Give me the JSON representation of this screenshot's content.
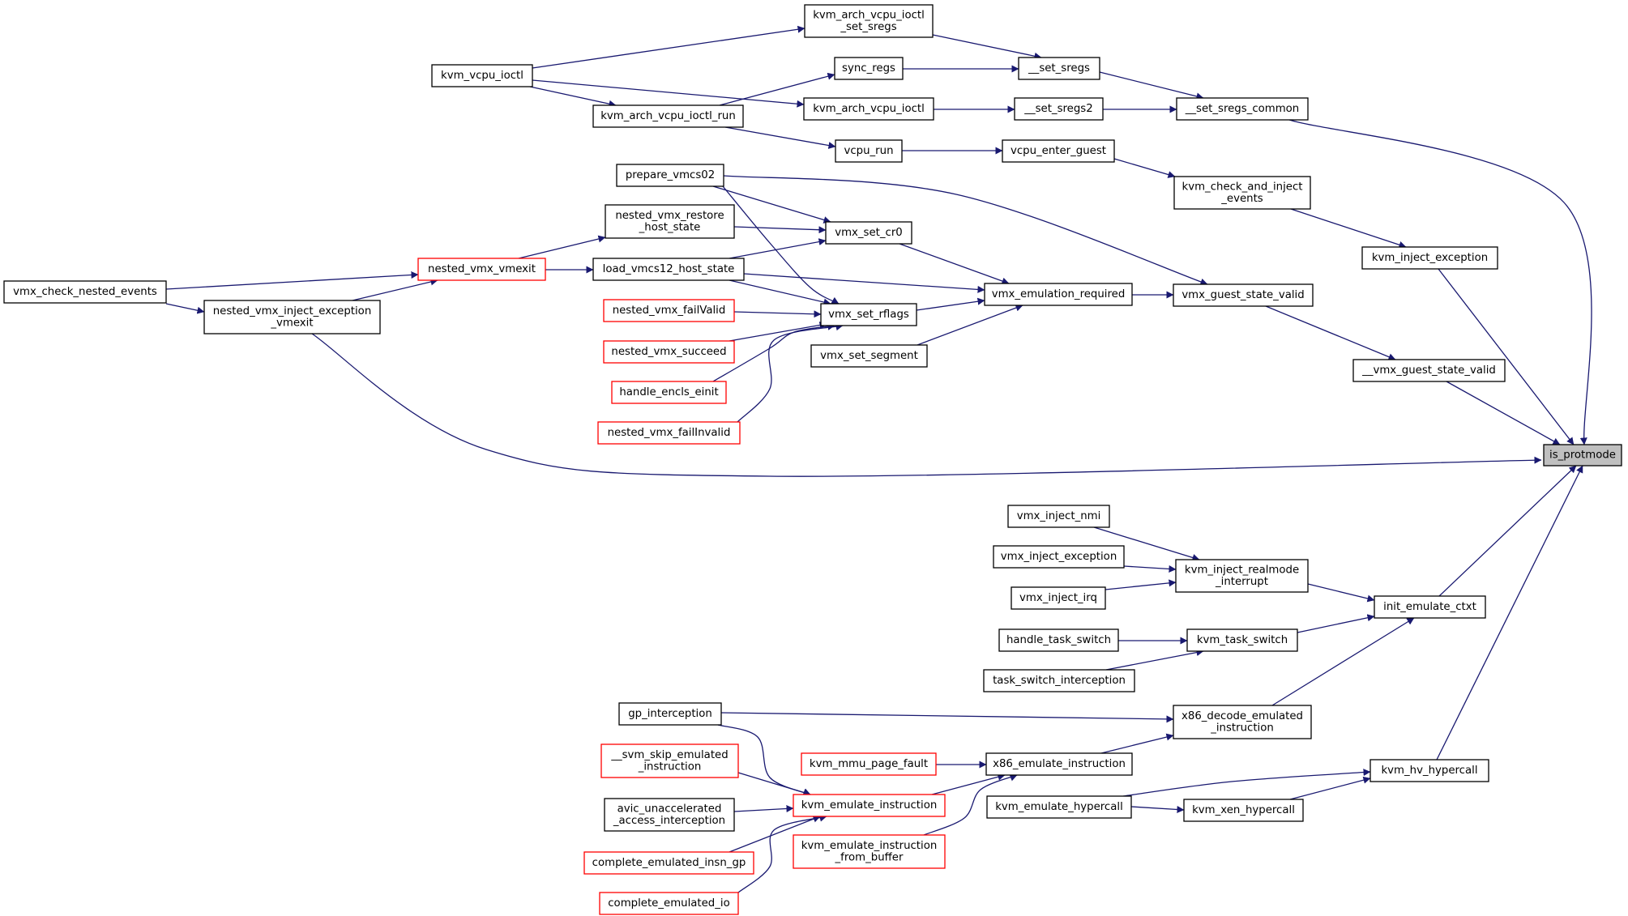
{
  "graph": {
    "type": "call-graph",
    "direction": "right-to-left",
    "edge_color": "#191970",
    "highlight_color": "#bfbfbf",
    "link_color_red": "#ff0000",
    "nodes": [
      {
        "id": "is_protmode",
        "lines": [
          "is_protmode"
        ],
        "style": "target"
      },
      {
        "id": "set_sregs_common",
        "lines": [
          "__set_sregs_common"
        ],
        "style": "black"
      },
      {
        "id": "kvm_inject_exception",
        "lines": [
          "kvm_inject_exception"
        ],
        "style": "black"
      },
      {
        "id": "vmx_guest_state_valid2",
        "lines": [
          "__vmx_guest_state_valid"
        ],
        "style": "black"
      },
      {
        "id": "init_emulate_ctxt",
        "lines": [
          "init_emulate_ctxt"
        ],
        "style": "black"
      },
      {
        "id": "kvm_hv_hypercall",
        "lines": [
          "kvm_hv_hypercall"
        ],
        "style": "black"
      },
      {
        "id": "set_sregs",
        "lines": [
          "__set_sregs"
        ],
        "style": "black"
      },
      {
        "id": "set_sregs2",
        "lines": [
          "__set_sregs2"
        ],
        "style": "black"
      },
      {
        "id": "kvm_check_and_inject_events",
        "lines": [
          "kvm_check_and_inject",
          "_events"
        ],
        "style": "black"
      },
      {
        "id": "vmx_guest_state_valid",
        "lines": [
          "vmx_guest_state_valid"
        ],
        "style": "black"
      },
      {
        "id": "kvm_inject_realmode_interrupt",
        "lines": [
          "kvm_inject_realmode",
          "_interrupt"
        ],
        "style": "black"
      },
      {
        "id": "kvm_task_switch",
        "lines": [
          "kvm_task_switch"
        ],
        "style": "black"
      },
      {
        "id": "x86_decode_emulated_instruction",
        "lines": [
          "x86_decode_emulated",
          "_instruction"
        ],
        "style": "black"
      },
      {
        "id": "kvm_xen_hypercall",
        "lines": [
          "kvm_xen_hypercall"
        ],
        "style": "black"
      },
      {
        "id": "kvm_arch_vcpu_ioctl_set_sregs",
        "lines": [
          "kvm_arch_vcpu_ioctl",
          "_set_sregs"
        ],
        "style": "black"
      },
      {
        "id": "sync_regs",
        "lines": [
          "sync_regs"
        ],
        "style": "black"
      },
      {
        "id": "kvm_arch_vcpu_ioctl",
        "lines": [
          "kvm_arch_vcpu_ioctl"
        ],
        "style": "black"
      },
      {
        "id": "vcpu_enter_guest",
        "lines": [
          "vcpu_enter_guest"
        ],
        "style": "black"
      },
      {
        "id": "vcpu_run",
        "lines": [
          "vcpu_run"
        ],
        "style": "black"
      },
      {
        "id": "vmx_emulation_required",
        "lines": [
          "vmx_emulation_required"
        ],
        "style": "black"
      },
      {
        "id": "vmx_inject_nmi",
        "lines": [
          "vmx_inject_nmi"
        ],
        "style": "black"
      },
      {
        "id": "vmx_inject_exception",
        "lines": [
          "vmx_inject_exception"
        ],
        "style": "black"
      },
      {
        "id": "vmx_inject_irq",
        "lines": [
          "vmx_inject_irq"
        ],
        "style": "black"
      },
      {
        "id": "handle_task_switch",
        "lines": [
          "handle_task_switch"
        ],
        "style": "black"
      },
      {
        "id": "task_switch_interception",
        "lines": [
          "task_switch_interception"
        ],
        "style": "black"
      },
      {
        "id": "x86_emulate_instruction",
        "lines": [
          "x86_emulate_instruction"
        ],
        "style": "black"
      },
      {
        "id": "kvm_emulate_hypercall",
        "lines": [
          "kvm_emulate_hypercall"
        ],
        "style": "black"
      },
      {
        "id": "kvm_vcpu_ioctl",
        "lines": [
          "kvm_vcpu_ioctl"
        ],
        "style": "black"
      },
      {
        "id": "kvm_arch_vcpu_ioctl_run",
        "lines": [
          "kvm_arch_vcpu_ioctl_run"
        ],
        "style": "black"
      },
      {
        "id": "vmx_set_cr0",
        "lines": [
          "vmx_set_cr0"
        ],
        "style": "black"
      },
      {
        "id": "vmx_set_rflags",
        "lines": [
          "vmx_set_rflags"
        ],
        "style": "black"
      },
      {
        "id": "vmx_set_segment",
        "lines": [
          "vmx_set_segment"
        ],
        "style": "black"
      },
      {
        "id": "kvm_mmu_page_fault",
        "lines": [
          "kvm_mmu_page_fault"
        ],
        "style": "red"
      },
      {
        "id": "kvm_emulate_instruction",
        "lines": [
          "kvm_emulate_instruction"
        ],
        "style": "red"
      },
      {
        "id": "kvm_emulate_instruction_from_buffer",
        "lines": [
          "kvm_emulate_instruction",
          "_from_buffer"
        ],
        "style": "red"
      },
      {
        "id": "prepare_vmcs02",
        "lines": [
          "prepare_vmcs02"
        ],
        "style": "black"
      },
      {
        "id": "nested_vmx_restore_host_state",
        "lines": [
          "nested_vmx_restore",
          "_host_state"
        ],
        "style": "black"
      },
      {
        "id": "load_vmcs12_host_state",
        "lines": [
          "load_vmcs12_host_state"
        ],
        "style": "black"
      },
      {
        "id": "nested_vmx_failValid",
        "lines": [
          "nested_vmx_failValid"
        ],
        "style": "red"
      },
      {
        "id": "nested_vmx_succeed",
        "lines": [
          "nested_vmx_succeed"
        ],
        "style": "red"
      },
      {
        "id": "handle_encls_einit",
        "lines": [
          "handle_encls_einit"
        ],
        "style": "red"
      },
      {
        "id": "nested_vmx_failInvalid",
        "lines": [
          "nested_vmx_failInvalid"
        ],
        "style": "red"
      },
      {
        "id": "gp_interception",
        "lines": [
          "gp_interception"
        ],
        "style": "black"
      },
      {
        "id": "svm_skip_emulated_instruction",
        "lines": [
          "__svm_skip_emulated",
          "_instruction"
        ],
        "style": "red"
      },
      {
        "id": "avic_unaccelerated_access_interception",
        "lines": [
          "avic_unaccelerated",
          "_access_interception"
        ],
        "style": "black"
      },
      {
        "id": "complete_emulated_insn_gp",
        "lines": [
          "complete_emulated_insn_gp"
        ],
        "style": "red"
      },
      {
        "id": "complete_emulated_io",
        "lines": [
          "complete_emulated_io"
        ],
        "style": "red"
      },
      {
        "id": "nested_vmx_vmexit",
        "lines": [
          "nested_vmx_vmexit"
        ],
        "style": "red"
      },
      {
        "id": "nested_vmx_inject_exception_vmexit",
        "lines": [
          "nested_vmx_inject_exception",
          "_vmexit"
        ],
        "style": "black"
      },
      {
        "id": "vmx_check_nested_events",
        "lines": [
          "vmx_check_nested_events"
        ],
        "style": "black"
      }
    ],
    "edges": [
      {
        "from": "set_sregs_common",
        "to": "is_protmode"
      },
      {
        "from": "kvm_inject_exception",
        "to": "is_protmode"
      },
      {
        "from": "vmx_guest_state_valid2",
        "to": "is_protmode"
      },
      {
        "from": "init_emulate_ctxt",
        "to": "is_protmode"
      },
      {
        "from": "kvm_hv_hypercall",
        "to": "is_protmode"
      },
      {
        "from": "nested_vmx_inject_exception_vmexit",
        "to": "is_protmode"
      },
      {
        "from": "set_sregs",
        "to": "set_sregs_common"
      },
      {
        "from": "set_sregs2",
        "to": "set_sregs_common"
      },
      {
        "from": "kvm_check_and_inject_events",
        "to": "kvm_inject_exception"
      },
      {
        "from": "vmx_guest_state_valid",
        "to": "vmx_guest_state_valid2"
      },
      {
        "from": "kvm_inject_realmode_interrupt",
        "to": "init_emulate_ctxt"
      },
      {
        "from": "kvm_task_switch",
        "to": "init_emulate_ctxt"
      },
      {
        "from": "x86_decode_emulated_instruction",
        "to": "init_emulate_ctxt"
      },
      {
        "from": "kvm_emulate_hypercall",
        "to": "kvm_hv_hypercall"
      },
      {
        "from": "kvm_xen_hypercall",
        "to": "kvm_hv_hypercall"
      },
      {
        "from": "kvm_arch_vcpu_ioctl_set_sregs",
        "to": "set_sregs"
      },
      {
        "from": "sync_regs",
        "to": "set_sregs"
      },
      {
        "from": "kvm_arch_vcpu_ioctl",
        "to": "set_sregs2"
      },
      {
        "from": "vcpu_enter_guest",
        "to": "kvm_check_and_inject_events"
      },
      {
        "from": "prepare_vmcs02",
        "to": "vmx_guest_state_valid"
      },
      {
        "from": "vmx_emulation_required",
        "to": "vmx_guest_state_valid"
      },
      {
        "from": "vmx_inject_nmi",
        "to": "kvm_inject_realmode_interrupt"
      },
      {
        "from": "vmx_inject_exception",
        "to": "kvm_inject_realmode_interrupt"
      },
      {
        "from": "vmx_inject_irq",
        "to": "kvm_inject_realmode_interrupt"
      },
      {
        "from": "handle_task_switch",
        "to": "kvm_task_switch"
      },
      {
        "from": "task_switch_interception",
        "to": "kvm_task_switch"
      },
      {
        "from": "x86_emulate_instruction",
        "to": "x86_decode_emulated_instruction"
      },
      {
        "from": "gp_interception",
        "to": "x86_decode_emulated_instruction"
      },
      {
        "from": "kvm_emulate_hypercall",
        "to": "kvm_xen_hypercall"
      },
      {
        "from": "kvm_vcpu_ioctl",
        "to": "kvm_arch_vcpu_ioctl_set_sregs"
      },
      {
        "from": "kvm_arch_vcpu_ioctl_run",
        "to": "sync_regs"
      },
      {
        "from": "kvm_vcpu_ioctl",
        "to": "kvm_arch_vcpu_ioctl"
      },
      {
        "from": "vcpu_run",
        "to": "vcpu_enter_guest"
      },
      {
        "from": "kvm_arch_vcpu_ioctl_run",
        "to": "vcpu_run"
      },
      {
        "from": "kvm_vcpu_ioctl",
        "to": "kvm_arch_vcpu_ioctl_run"
      },
      {
        "from": "vmx_set_cr0",
        "to": "vmx_emulation_required"
      },
      {
        "from": "vmx_set_rflags",
        "to": "vmx_emulation_required"
      },
      {
        "from": "vmx_set_segment",
        "to": "vmx_emulation_required"
      },
      {
        "from": "load_vmcs12_host_state",
        "to": "vmx_emulation_required"
      },
      {
        "from": "kvm_mmu_page_fault",
        "to": "x86_emulate_instruction"
      },
      {
        "from": "kvm_emulate_instruction",
        "to": "x86_emulate_instruction"
      },
      {
        "from": "kvm_emulate_instruction_from_buffer",
        "to": "x86_emulate_instruction"
      },
      {
        "from": "prepare_vmcs02",
        "to": "vmx_set_cr0"
      },
      {
        "from": "nested_vmx_restore_host_state",
        "to": "vmx_set_cr0"
      },
      {
        "from": "load_vmcs12_host_state",
        "to": "vmx_set_cr0"
      },
      {
        "from": "prepare_vmcs02",
        "to": "vmx_set_rflags"
      },
      {
        "from": "load_vmcs12_host_state",
        "to": "vmx_set_rflags"
      },
      {
        "from": "nested_vmx_failValid",
        "to": "vmx_set_rflags"
      },
      {
        "from": "nested_vmx_succeed",
        "to": "vmx_set_rflags"
      },
      {
        "from": "handle_encls_einit",
        "to": "vmx_set_rflags"
      },
      {
        "from": "nested_vmx_failInvalid",
        "to": "vmx_set_rflags"
      },
      {
        "from": "gp_interception",
        "to": "kvm_emulate_instruction"
      },
      {
        "from": "svm_skip_emulated_instruction",
        "to": "kvm_emulate_instruction"
      },
      {
        "from": "avic_unaccelerated_access_interception",
        "to": "kvm_emulate_instruction"
      },
      {
        "from": "complete_emulated_insn_gp",
        "to": "kvm_emulate_instruction"
      },
      {
        "from": "complete_emulated_io",
        "to": "kvm_emulate_instruction"
      },
      {
        "from": "nested_vmx_vmexit",
        "to": "nested_vmx_restore_host_state"
      },
      {
        "from": "nested_vmx_vmexit",
        "to": "load_vmcs12_host_state"
      },
      {
        "from": "vmx_check_nested_events",
        "to": "nested_vmx_vmexit"
      },
      {
        "from": "nested_vmx_inject_exception_vmexit",
        "to": "nested_vmx_vmexit"
      },
      {
        "from": "vmx_check_nested_events",
        "to": "nested_vmx_inject_exception_vmexit"
      }
    ]
  }
}
